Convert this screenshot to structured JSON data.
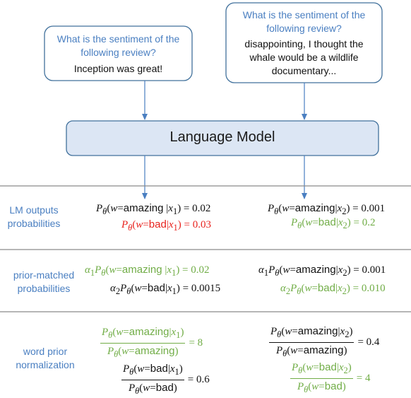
{
  "left_input": {
    "question": "What is the sentiment of the following review?",
    "review": "Inception was great!"
  },
  "right_input": {
    "question": "What is the sentiment of the following review?",
    "review": "disappointing, I thought the whale would be a wildlife documentary..."
  },
  "model": {
    "label": "Language Model"
  },
  "sections": {
    "lm_outputs": "LM outputs probabilities",
    "prior_matched": "prior-matched probabilities",
    "word_prior": "word prior normalization"
  },
  "words": {
    "amazing": "amazing",
    "bad": "bad"
  },
  "values": {
    "lm_l_amazing": "0.02",
    "lm_l_bad": "0.03",
    "lm_r_amazing": "0.001",
    "lm_r_bad": "0.2",
    "pm_l_amazing": "0.02",
    "pm_l_bad": "0.0015",
    "pm_r_amazing": "0.001",
    "pm_r_bad": "0.010",
    "wp_l_amazing": "8",
    "wp_l_bad": "0.6",
    "wp_r_amazing": "0.4",
    "wp_r_bad": "4"
  },
  "colors": {
    "accent_blue": "#4a7fc1",
    "box_fill": "#dce6f4",
    "box_stroke": "#41719c",
    "red": "#e8231e",
    "green": "#71ad47",
    "divider": "#8a8a8a"
  }
}
